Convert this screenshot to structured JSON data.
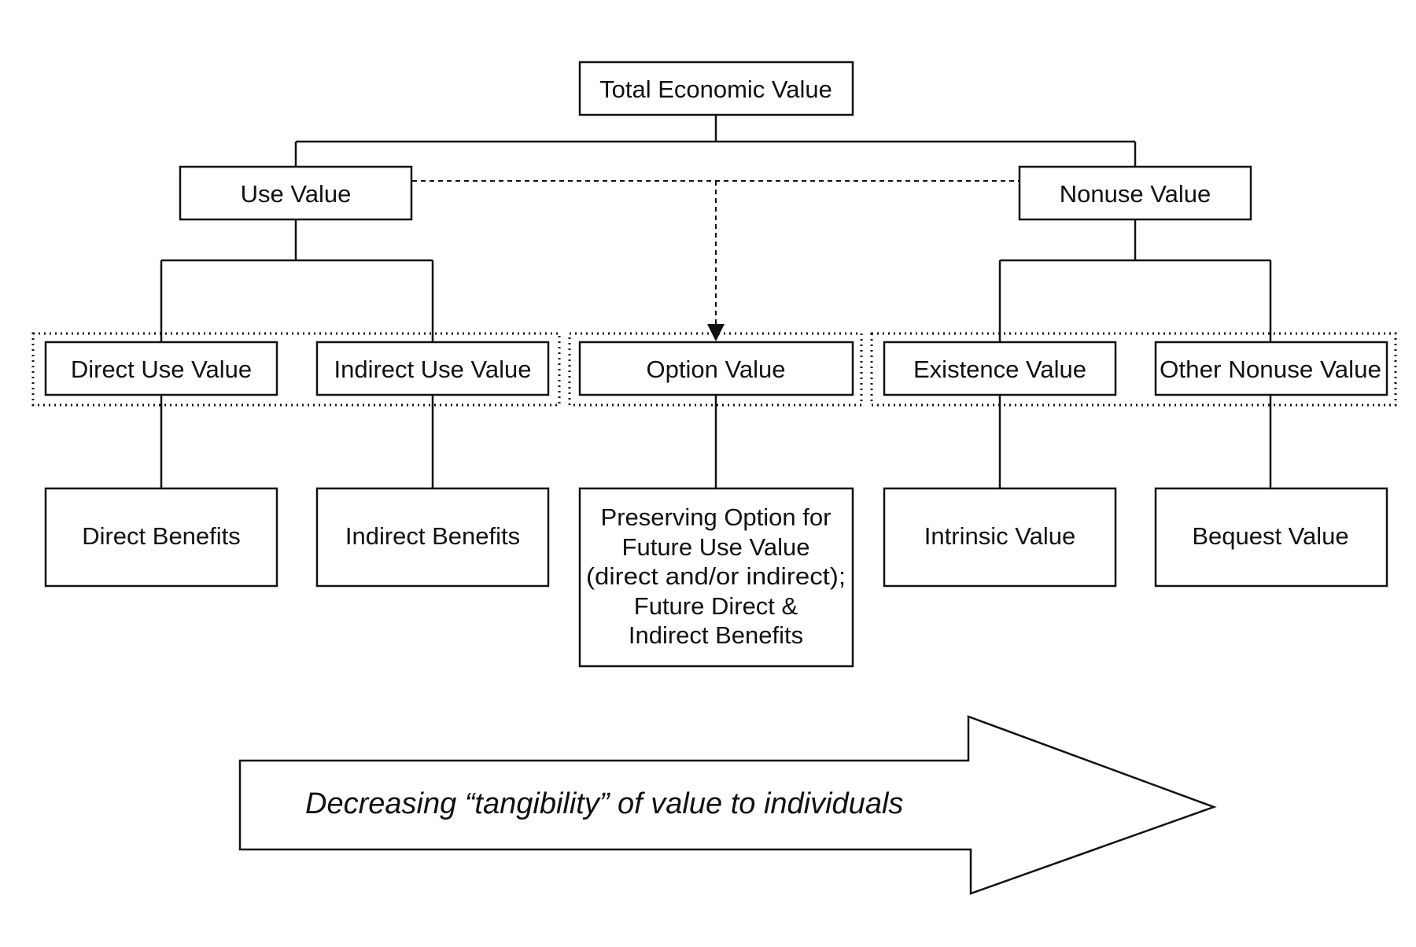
{
  "nodes": {
    "total": "Total Economic Value",
    "use": "Use Value",
    "nonuse": "Nonuse Value",
    "direct_use": "Direct Use Value",
    "indirect_use": "Indirect Use Value",
    "option": "Option Value",
    "existence": "Existence Value",
    "other_nonuse": "Other Nonuse Value",
    "direct_benefits": "Direct Benefits",
    "indirect_benefits": "Indirect Benefits",
    "preserving_option": [
      "Preserving Option for",
      "Future Use Value",
      "(direct and/or indirect);",
      "Future Direct &",
      "Indirect Benefits"
    ],
    "intrinsic": "Intrinsic Value",
    "bequest": "Bequest Value"
  },
  "arrow_label": "Decreasing “tangibility” of value to individuals",
  "colors": {
    "stroke": "#111111",
    "fill": "#ffffff",
    "text": "#111111"
  }
}
